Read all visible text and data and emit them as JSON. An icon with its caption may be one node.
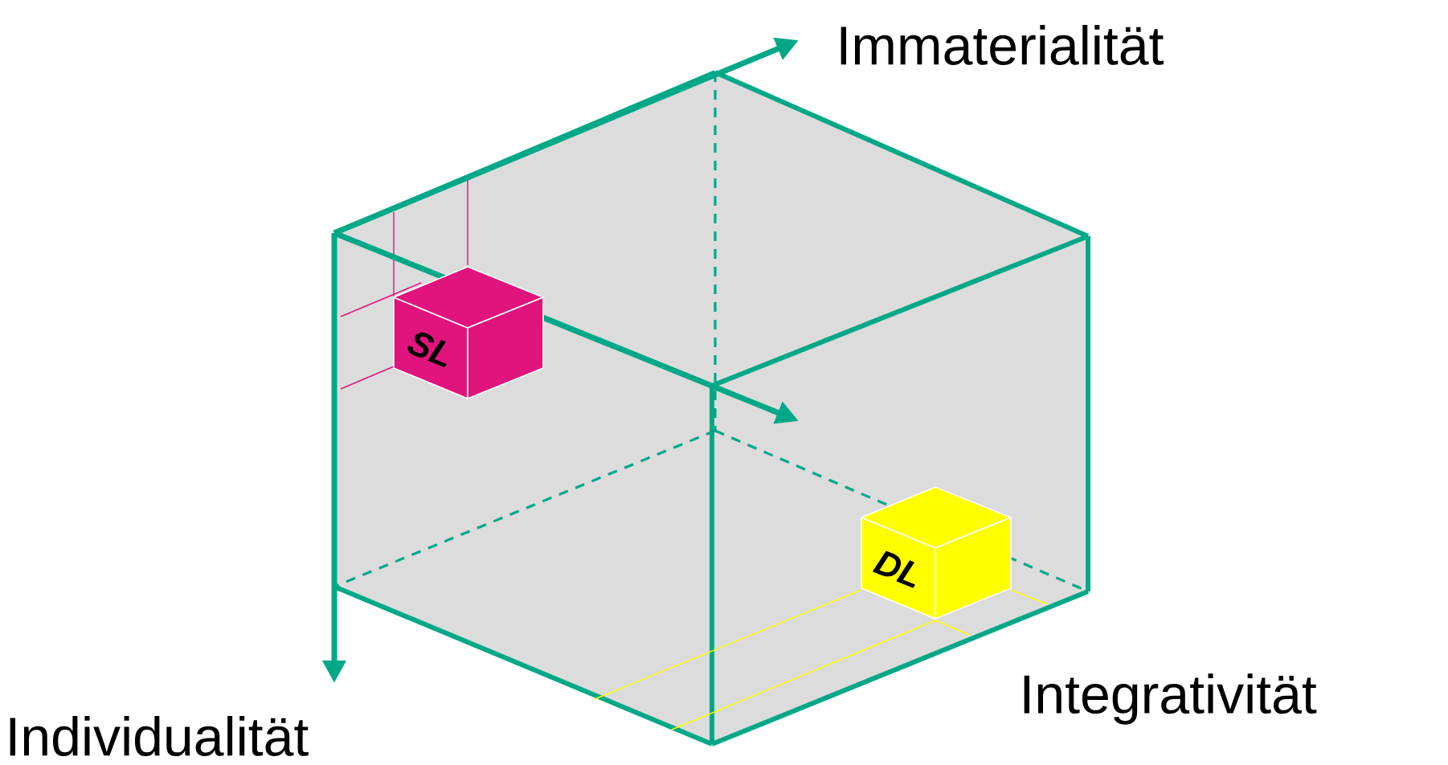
{
  "diagram": {
    "nodes": [
      {
        "text": [
          "SL"
        ]
      },
      {
        "text": [
          "DL"
        ]
      }
    ],
    "labels": [
      "Immaterialität",
      "Individualität",
      "Integrativität"
    ]
  }
}
